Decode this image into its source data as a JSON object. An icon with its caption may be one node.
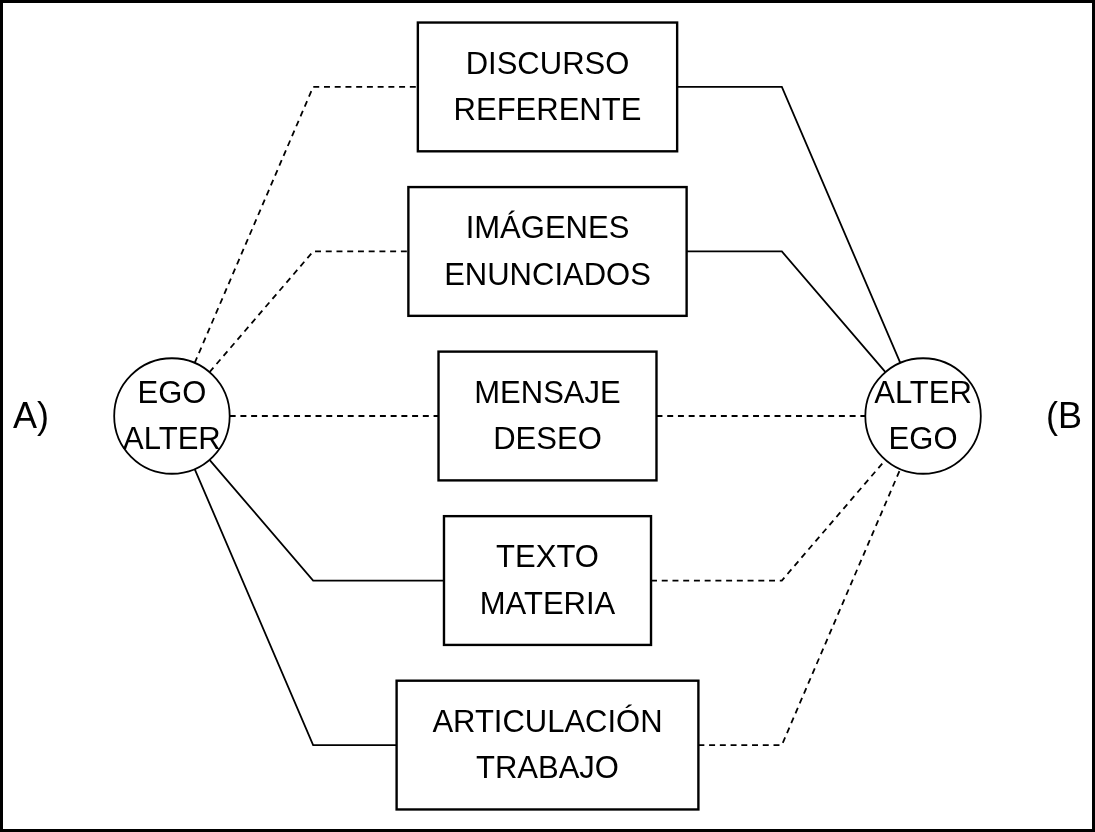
{
  "diagram": {
    "nodes": [
      {
        "text": [
          "EGO",
          "ALTER"
        ]
      },
      {
        "text": [
          "DISCURSO",
          "REFERENTE"
        ]
      },
      {
        "text": [
          "IMÁGENES",
          "ENUNCIADOS"
        ]
      },
      {
        "text": [
          "MENSAJE",
          "DESEO"
        ]
      },
      {
        "text": [
          "TEXTO",
          "MATERIA"
        ]
      },
      {
        "text": [
          "ARTICULACIÓN",
          "TRABAJO"
        ]
      },
      {
        "text": [
          "ALTER",
          "EGO"
        ]
      }
    ],
    "edges": [
      {
        "from": 0,
        "to": 1,
        "arrow": "none",
        "style": "dashed"
      },
      {
        "from": 0,
        "to": 2,
        "arrow": "none",
        "style": "dashed"
      },
      {
        "from": 0,
        "to": 3,
        "arrow": "none",
        "style": "dashed"
      },
      {
        "from": 0,
        "to": 4,
        "arrow": "none"
      },
      {
        "from": 0,
        "to": 5,
        "arrow": "none"
      },
      {
        "from": 1,
        "to": 6,
        "arrow": "none"
      },
      {
        "from": 2,
        "to": 6,
        "arrow": "none"
      },
      {
        "from": 3,
        "to": 6,
        "arrow": "none",
        "style": "dashed"
      },
      {
        "from": 4,
        "to": 6,
        "arrow": "none",
        "style": "dashed"
      },
      {
        "from": 5,
        "to": 6,
        "arrow": "none",
        "style": "dashed"
      }
    ],
    "labels": [
      "A)",
      "(B"
    ]
  }
}
